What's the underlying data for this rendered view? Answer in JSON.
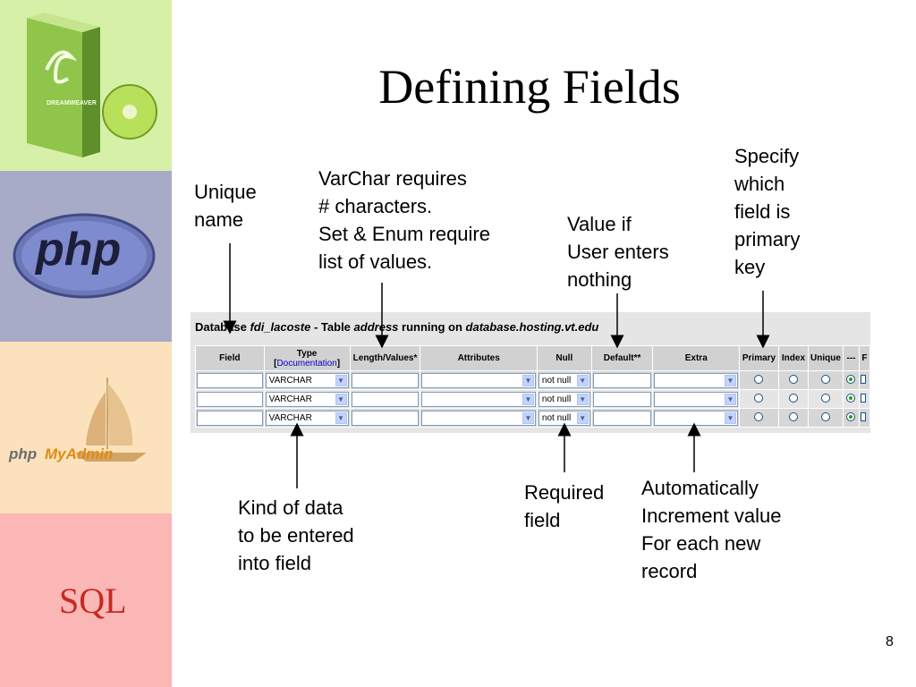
{
  "title": "Defining Fields",
  "page_number": "8",
  "sidebar": {
    "panels": [
      {
        "icon": "dreamweaver-box-icon",
        "caption": "DREAMWEAVER"
      },
      {
        "icon": "php-logo-icon",
        "caption": "php"
      },
      {
        "icon": "phpmyadmin-logo-icon",
        "caption_a": "php",
        "caption_b": "MyAdmin"
      },
      {
        "icon": "sql-logo-icon",
        "caption": "SQL"
      }
    ]
  },
  "annotations": {
    "unique_name": [
      "Unique",
      "name"
    ],
    "varchar": [
      "VarChar requires",
      "# characters.",
      "Set & Enum require",
      "list of values."
    ],
    "value_if": [
      "Value if",
      "User enters",
      "nothing"
    ],
    "specify": [
      "Specify",
      "which",
      "field is",
      "primary",
      "key"
    ],
    "kind": [
      "Kind of data",
      "to be entered",
      "into field"
    ],
    "required": [
      "Required",
      "field"
    ],
    "auto": [
      "Automatically",
      "Increment value",
      "For each new",
      "record"
    ]
  },
  "screenshot": {
    "db_prefix": "Database",
    "db_name": "fdi_lacoste",
    "table_prefix": "- Table",
    "table_name": "address",
    "running_on": "running on",
    "host": "database.hosting.vt.edu",
    "headers": {
      "field": "Field",
      "type": "Type",
      "documentation": "Documentation",
      "length": "Length/Values*",
      "attributes": "Attributes",
      "null": "Null",
      "default": "Default**",
      "extra": "Extra",
      "primary": "Primary",
      "index": "Index",
      "unique": "Unique",
      "dashes": "---",
      "last": "F"
    },
    "rows": [
      {
        "type": "VARCHAR",
        "null": "not null"
      },
      {
        "type": "VARCHAR",
        "null": "not null"
      },
      {
        "type": "VARCHAR",
        "null": "not null"
      }
    ]
  }
}
